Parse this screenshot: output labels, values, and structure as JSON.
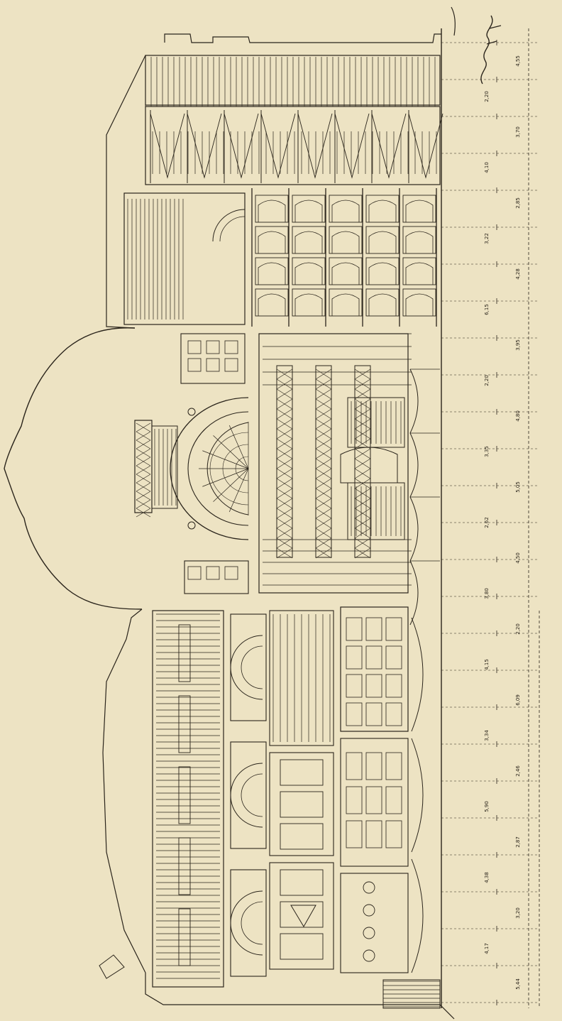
{
  "drawing": {
    "kind": "architectural-longitudinal-section",
    "orientation": "rotated-90-clockwise",
    "paper_color": "#ede3c3",
    "ink_color": "#2a241b"
  },
  "signature": {
    "text": "Sigl Müller",
    "rendered_as": "handwritten-picture"
  },
  "dimension_labels": [
    "4,55",
    "2,20",
    "3,70",
    "4,10",
    "2,85",
    "3,22",
    "4,28",
    "6,15",
    "3,95",
    "2,20",
    "4,80",
    "3,35",
    "5,05",
    "2,62",
    "4,50",
    "3,80",
    "2,20",
    "4,15",
    "6,09",
    "3,34",
    "2,46",
    "5,90",
    "2,87",
    "4,38",
    "3,20",
    "4,17",
    "5,44"
  ]
}
